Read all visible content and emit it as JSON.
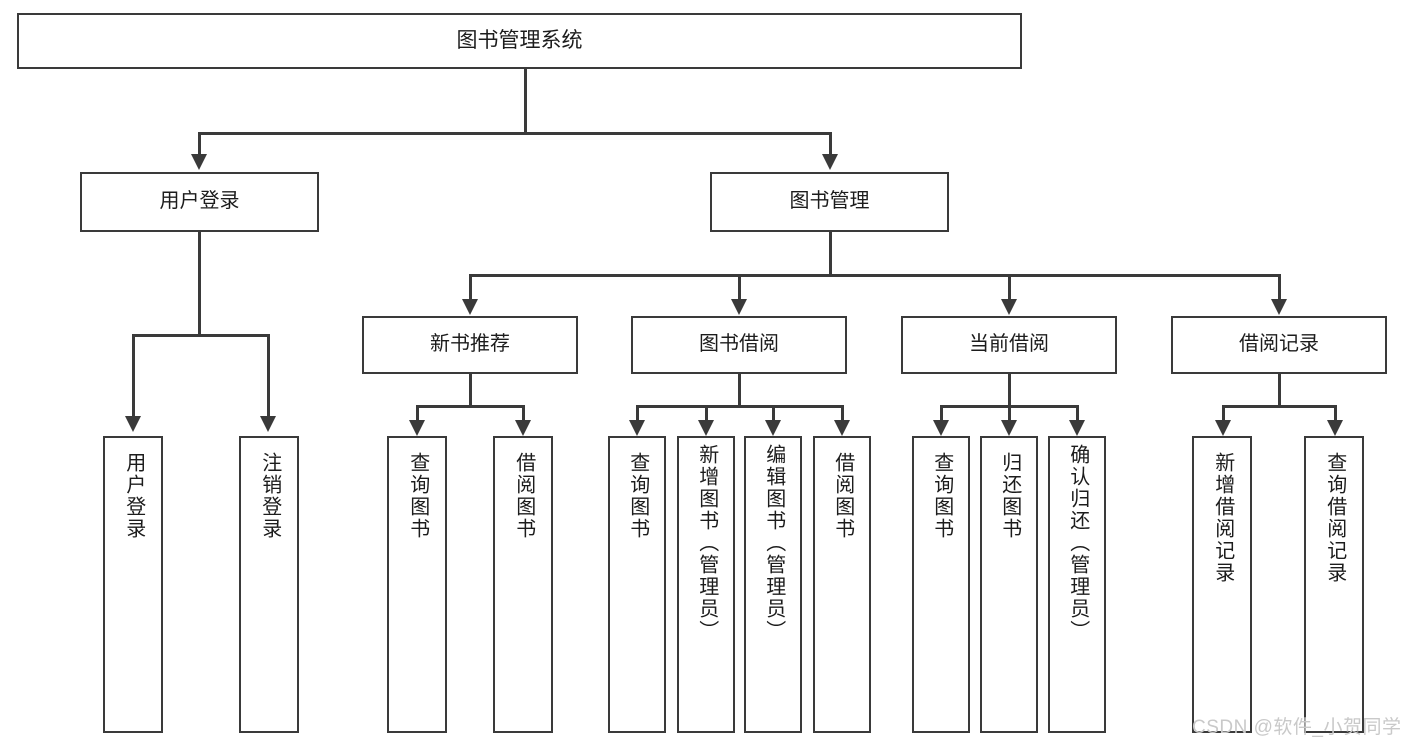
{
  "diagram": {
    "type": "tree",
    "title": "图书管理系统",
    "watermark": "CSDN @软件_小贺同学",
    "colors": {
      "background": "#ffffff",
      "stroke": "#3a3a3a",
      "text": "#1c1c1c",
      "watermark": "#c9c9c9"
    },
    "root": {
      "label": "图书管理系统"
    },
    "level2": [
      {
        "id": "user-login",
        "label": "用户登录"
      },
      {
        "id": "book-manage",
        "label": "图书管理"
      }
    ],
    "level3": [
      {
        "id": "new-book-rec",
        "label": "新书推荐"
      },
      {
        "id": "book-borrow",
        "label": "图书借阅"
      },
      {
        "id": "current-borrow",
        "label": "当前借阅"
      },
      {
        "id": "borrow-record",
        "label": "借阅记录"
      }
    ],
    "leaves": {
      "user_login": [
        {
          "id": "leaf-user-login",
          "label": "用户登录"
        },
        {
          "id": "leaf-logout",
          "label": "注销登录"
        }
      ],
      "new_book_rec": [
        {
          "id": "leaf-query-book-1",
          "label": "查询图书"
        },
        {
          "id": "leaf-borrow-book-1",
          "label": "借阅图书"
        }
      ],
      "book_borrow": [
        {
          "id": "leaf-query-book-2",
          "label": "查询图书"
        },
        {
          "id": "leaf-add-book",
          "label": "新增图书（管理员）"
        },
        {
          "id": "leaf-edit-book",
          "label": "编辑图书（管理员）"
        },
        {
          "id": "leaf-borrow-book-2",
          "label": "借阅图书"
        }
      ],
      "current_borrow": [
        {
          "id": "leaf-query-book-3",
          "label": "查询图书"
        },
        {
          "id": "leaf-return-book",
          "label": "归还图书"
        },
        {
          "id": "leaf-confirm-return",
          "label": "确认归还（管理员）"
        }
      ],
      "borrow_record": [
        {
          "id": "leaf-add-record",
          "label": "新增借阅记录"
        },
        {
          "id": "leaf-query-record",
          "label": "查询借阅记录"
        }
      ]
    }
  }
}
